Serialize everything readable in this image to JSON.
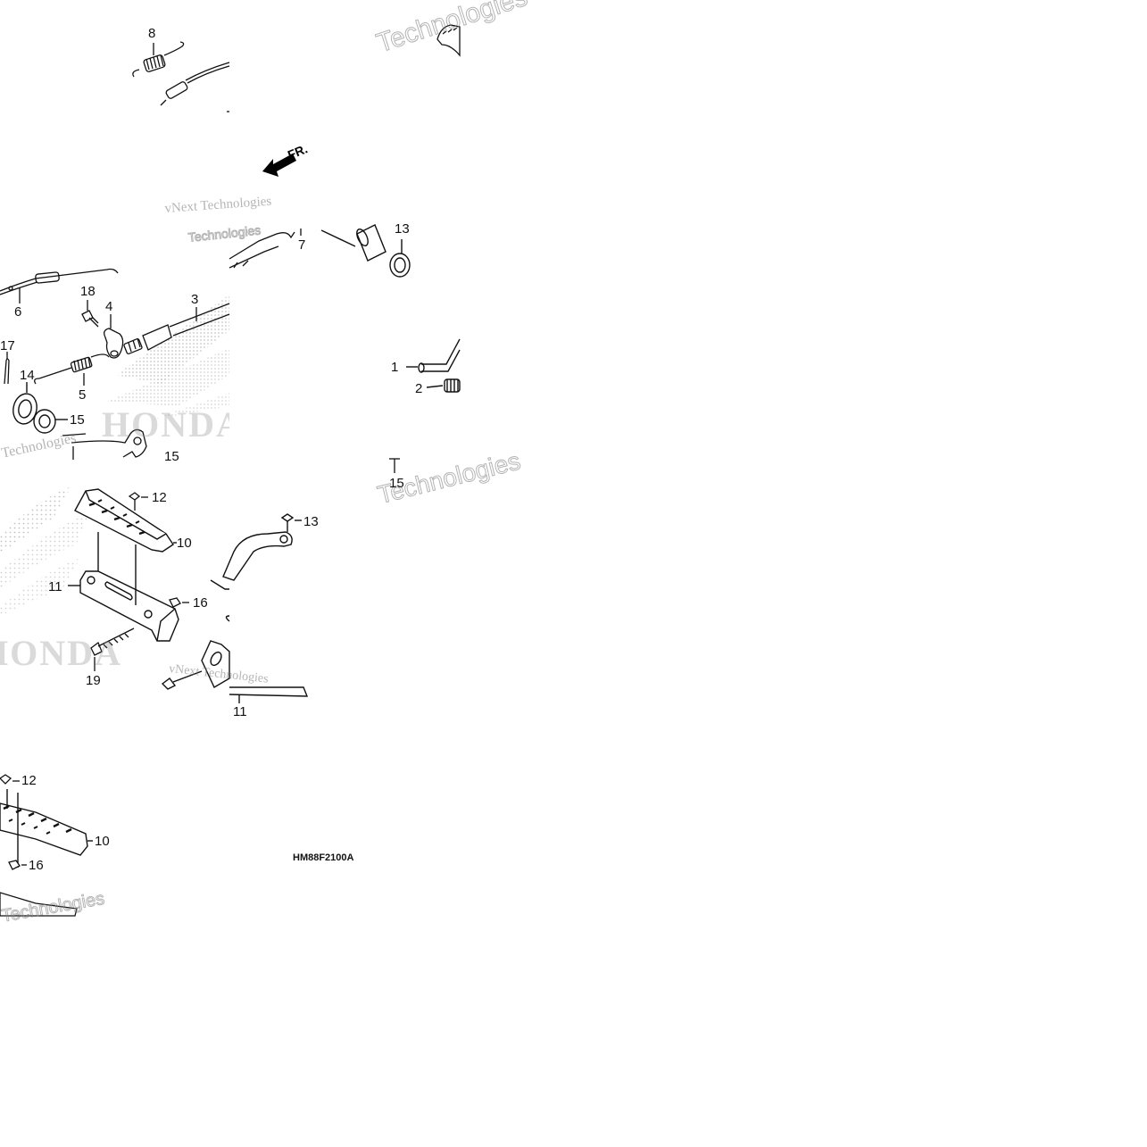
{
  "diagram": {
    "part_code": "HM88F2100A",
    "direction_label": "FR.",
    "callouts": [
      "1",
      "2",
      "3",
      "4",
      "5",
      "6",
      "7",
      "8",
      "10",
      "10",
      "11",
      "11",
      "12",
      "12",
      "13",
      "13",
      "14",
      "15",
      "15",
      "15",
      "16",
      "16",
      "17",
      "18",
      "19"
    ],
    "watermarks": {
      "vnext": "vNext Technologies",
      "techno": "Technologies",
      "brand": "HONDA"
    },
    "colors": {
      "ink": "#111111",
      "watermark": "#8a8a8a",
      "background": "#ffffff"
    }
  }
}
